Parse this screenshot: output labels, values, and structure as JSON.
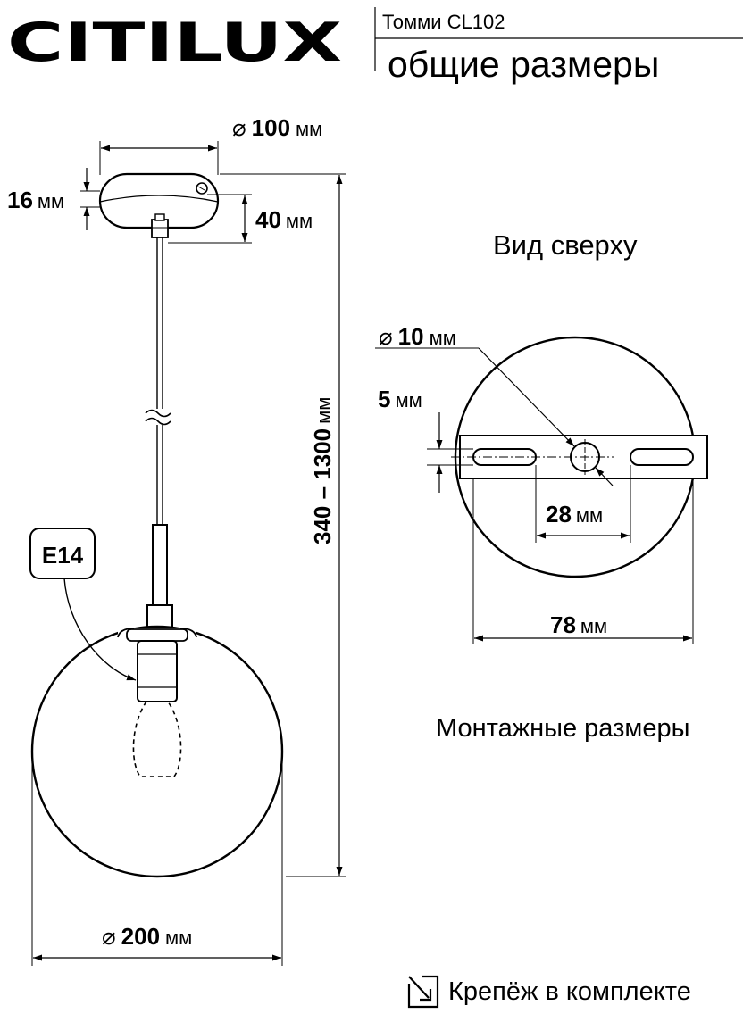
{
  "brand": {
    "logo_text": "CITILUX"
  },
  "header": {
    "model": "Томми CL102",
    "subtitle": "общие размеры"
  },
  "labels": {
    "side_view": "",
    "top_view": "Вид сверху",
    "mounting": "Монтажные размеры",
    "hardware": "Крепёж в комплекте"
  },
  "lamp": {
    "socket": "E14"
  },
  "dimensions": {
    "canopy_diameter": {
      "symbol": "⌀",
      "value": "100",
      "unit": "мм"
    },
    "canopy_height": {
      "value": "16",
      "unit": "мм"
    },
    "canopy_total": {
      "value": "40",
      "unit": "мм"
    },
    "height_range": {
      "value": "340 – 1300",
      "unit": "мм"
    },
    "shade_diameter": {
      "symbol": "⌀",
      "value": "200",
      "unit": "мм"
    },
    "hole_diameter": {
      "symbol": "⌀",
      "value": "10",
      "unit": "мм"
    },
    "slot_width": {
      "value": "5",
      "unit": "мм"
    },
    "slot_spacing": {
      "value": "28",
      "unit": "мм"
    },
    "bracket_length": {
      "value": "78",
      "unit": "мм"
    }
  },
  "colors": {
    "line": "#000000",
    "background": "#ffffff"
  }
}
